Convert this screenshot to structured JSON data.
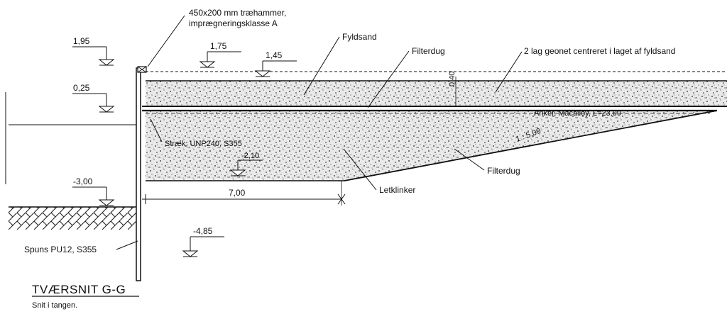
{
  "title": "TVÆRSNIT G-G",
  "subtitle": "Snit i tangen.",
  "levels": {
    "l195": "1,95",
    "l175": "1,75",
    "l145": "1,45",
    "l025": "0,25",
    "lm300": "-3,00",
    "lm485": "-4,85",
    "lm210": "-2,10"
  },
  "labels": {
    "hammer_line1": "450x200 mm træhammer,",
    "hammer_line2": "imprægneringsklasse A",
    "fyldsand": "Fyldsand",
    "filterdug_top": "Filterdug",
    "geonet": "2 lag geonet centreret i laget af fyldsand",
    "filterdug_bottom": "Filterdug",
    "letklinker": "Letklinker",
    "strap": "Stræk, UNP240, S355",
    "spuns": "Spuns PU12, S355",
    "dim_700": "7,00",
    "dim_040": "0,40",
    "anchor_note": "Anker, Macalloy, L=23,00",
    "slope_note": "1 : 5,00"
  }
}
